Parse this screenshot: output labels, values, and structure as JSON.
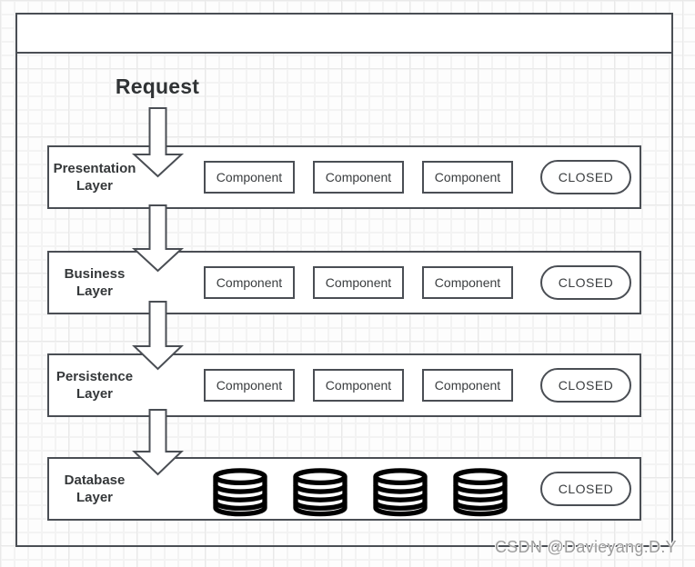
{
  "diagram": {
    "request_label": "Request",
    "layers": [
      {
        "label_line1": "Presentation",
        "label_line2": "Layer",
        "components": [
          "Component",
          "Component",
          "Component"
        ],
        "status": "CLOSED"
      },
      {
        "label_line1": "Business",
        "label_line2": "Layer",
        "components": [
          "Component",
          "Component",
          "Component"
        ],
        "status": "CLOSED"
      },
      {
        "label_line1": "Persistence",
        "label_line2": "Layer",
        "components": [
          "Component",
          "Component",
          "Component"
        ],
        "status": "CLOSED"
      },
      {
        "label_line1": "Database",
        "label_line2": "Layer",
        "database_icon_count": 4,
        "status": "CLOSED"
      }
    ],
    "colors": {
      "shape_border": "#4a4e54",
      "shape_fill": "#ffffff",
      "text": "#3a3d3f",
      "database_icon": "#000000",
      "watermark": "#9c9c9c"
    }
  },
  "watermark": {
    "text": "CSDN @Davieyang.D.Y"
  }
}
